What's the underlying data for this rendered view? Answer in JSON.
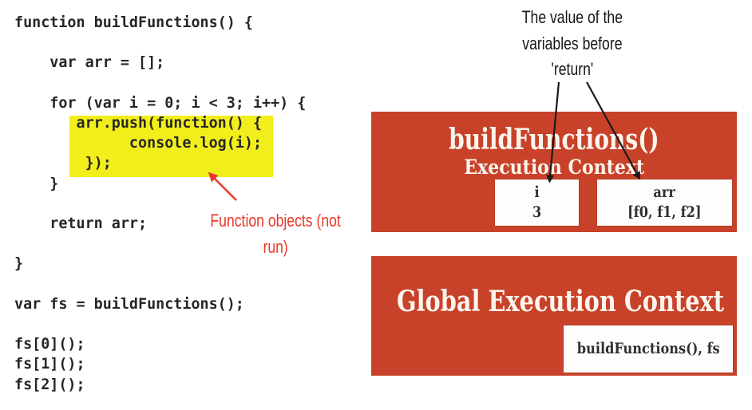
{
  "code": {
    "text": "function buildFunctions() {\n\n    var arr = [];\n\n    for (var i = 0; i < 3; i++) {\n       arr.push(function() {\n             console.log(i);\n        });\n    }\n\n    return arr;\n\n}\n\nvar fs = buildFunctions();\n\nfs[0]();\nfs[1]();\nfs[2]();",
    "highlighted_snippet": "arr.push(function() {\n      console.log(i);\n});"
  },
  "annotations": {
    "variables_note": "The value of the\nvariables before\n'return'",
    "function_objects_note": "Function objects (not\nrun)"
  },
  "diagram": {
    "build_context": {
      "title": "buildFunctions()",
      "subtitle": "Execution Context",
      "variables": [
        {
          "name": "i",
          "value": "3"
        },
        {
          "name": "arr",
          "value": "[f0, f1, f2]"
        }
      ]
    },
    "global_context": {
      "title": "Global Execution Context",
      "contents": "buildFunctions(), fs"
    }
  },
  "colors": {
    "context_box": "#c8422a",
    "highlight": "#f2ee1b",
    "annotation_red": "#e8392c",
    "arrow_black": "#1a1a1a",
    "box_text": "#2f2f2f"
  }
}
